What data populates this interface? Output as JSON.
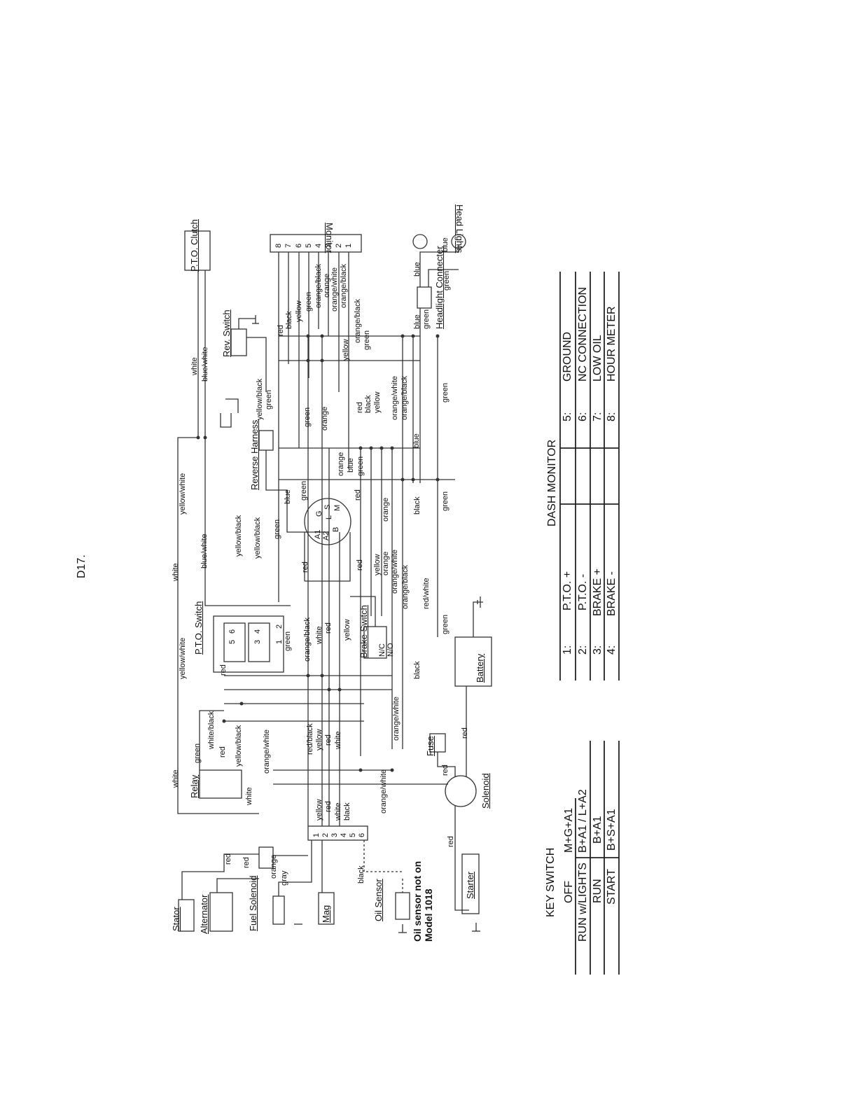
{
  "page_id": "D17.",
  "components": {
    "pto_clutch": "P.T.O. Clutch",
    "monitor": "Monitor",
    "head_lights": "Head Lights",
    "headlight_connector": "Headlight Connecter",
    "rev_switch": "Rev. Switch",
    "reverse_harness": "Reverse Harness",
    "pto_switch": "P.T.O. Switch",
    "brake_switch": "Brake Switch",
    "brake_nc": "N/C",
    "brake_no": "N/O",
    "battery": "Battery",
    "relay": "Relay",
    "fuse": "Fuse",
    "solenoid": "Solenoid",
    "starter": "Starter",
    "stator": "Stator",
    "alternator": "Alternator",
    "fuel_solenoid": "Fuel Solenoid",
    "mag": "Mag",
    "oil_sensor": "Oil Sensor",
    "oil_note": "Oil sensor not on Model 1018",
    "key_terminals": [
      "A1",
      "A2",
      "B",
      "G",
      "S",
      "M",
      "L"
    ]
  },
  "wires": {
    "white": "white",
    "blue_white": "blue/white",
    "yellow_white": "yellow/white",
    "yellow_black": "yellow/black",
    "green": "green",
    "red": "red",
    "orange": "orange",
    "black": "black",
    "yellow": "yellow",
    "blue": "blue",
    "orange_white": "orange/white",
    "orange_black": "orange/black",
    "white_black": "white/black",
    "red_black": "red/black",
    "red_white": "red/white",
    "gray": "gray"
  },
  "monitor_pins": [
    "8",
    "7",
    "6",
    "5",
    "4",
    "3",
    "2",
    "1"
  ],
  "connector_pins": [
    "1",
    "2",
    "3",
    "4",
    "5",
    "6"
  ],
  "pto_switch_pins": [
    "5",
    "6",
    "3",
    "4",
    "1",
    "2"
  ],
  "key_switch": {
    "title": "KEY SWITCH",
    "rows": [
      {
        "position": "OFF",
        "circuit": "M+G+A1"
      },
      {
        "position": "RUN w/LIGHTS",
        "circuit": "B+A1 / L+A2"
      },
      {
        "position": "RUN",
        "circuit": "B+A1"
      },
      {
        "position": "START",
        "circuit": "B+S+A1"
      }
    ]
  },
  "dash_monitor": {
    "title": "DASH MONITOR",
    "left": [
      {
        "pin": "1:",
        "label": "P.T.O. +"
      },
      {
        "pin": "2:",
        "label": "P.T.O. -"
      },
      {
        "pin": "3:",
        "label": "BRAKE +"
      },
      {
        "pin": "4:",
        "label": "BRAKE -"
      }
    ],
    "right": [
      {
        "pin": "5:",
        "label": "GROUND"
      },
      {
        "pin": "6:",
        "label": "NC CONNECTION"
      },
      {
        "pin": "7:",
        "label": "LOW OIL"
      },
      {
        "pin": "8:",
        "label": "HOUR METER"
      }
    ]
  }
}
